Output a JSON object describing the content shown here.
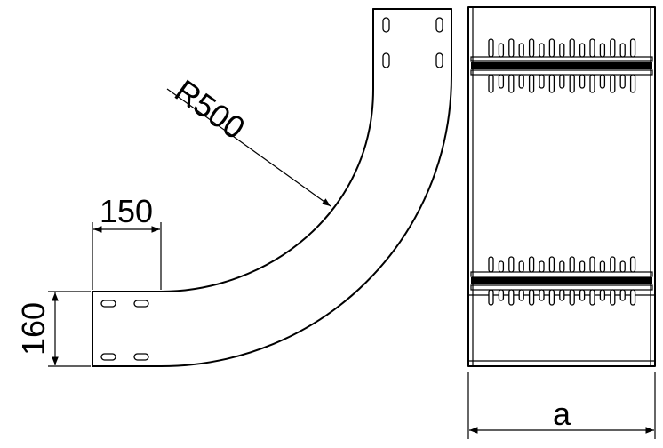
{
  "dimensions": {
    "radius_label": "R500",
    "length_label": "150",
    "height_label": "160",
    "width_label": "a"
  }
}
